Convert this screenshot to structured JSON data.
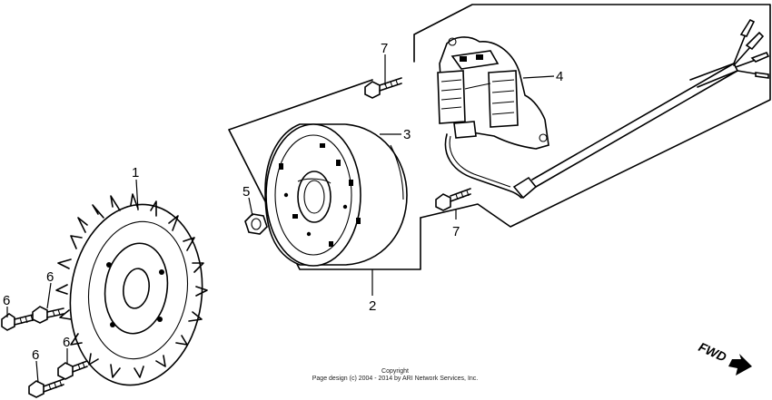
{
  "callouts": {
    "flywheel": "1",
    "flywheel_cover": "2",
    "rotor": "3",
    "stator": "4",
    "nut": "5",
    "bolt_flywheel": "6",
    "bolt_stator": "7"
  },
  "fwd_label": "FWD",
  "copyright": {
    "line1": "Copyright",
    "line2": "Page design (c) 2004 - 2014 by ARI Network Services, Inc."
  }
}
